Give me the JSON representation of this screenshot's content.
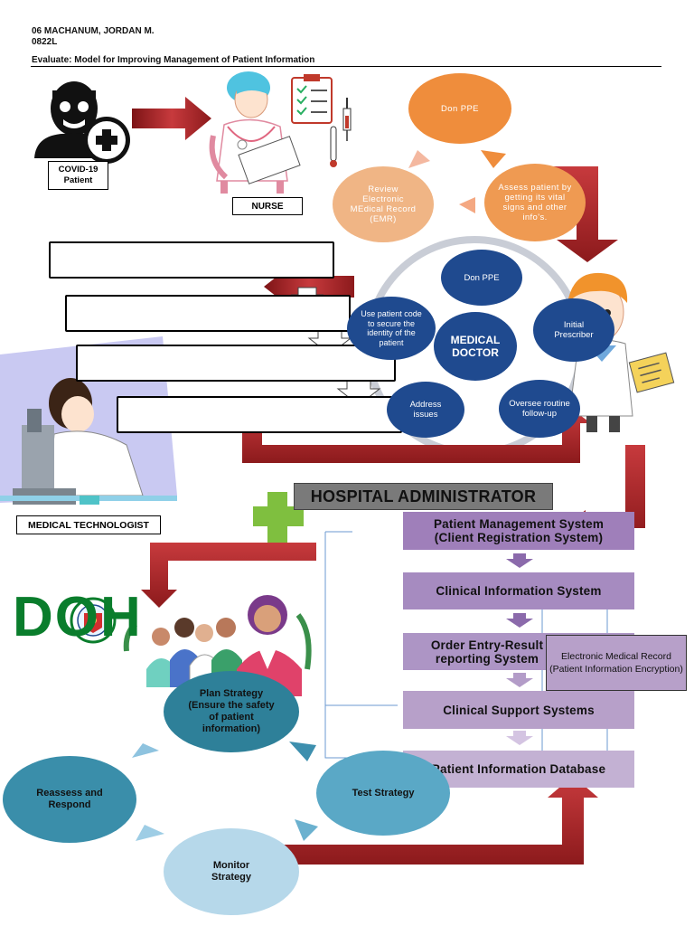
{
  "header": {
    "name_line": "06 MACHANUM, JORDAN M.",
    "section_line": "0822L",
    "title_line": "Evaluate: Model for Improving Management of Patient Information"
  },
  "labels": {
    "patient": "COVID-19\nPatient",
    "nurse": "NURSE",
    "medtech": "MEDICAL TECHNOLOGIST",
    "hospital_admin": "HOSPITAL ADMINISTRATOR",
    "doh": "DOH"
  },
  "nurse_cycle": {
    "don_ppe": "Don PPE",
    "assess": "Assess patient by getting its vital signs and other info's.",
    "review": "Review Electronic MEdical Record (EMR)"
  },
  "doctor_cycle": {
    "center": "MEDICAL DOCTOR",
    "don_ppe": "Don PPE",
    "initial": "Initial Prescriber",
    "oversee": "Oversee routine follow-up",
    "address": "Address issues",
    "patient_code": "Use patient code to secure the identity of the patient"
  },
  "systems": {
    "pms": "Patient Management System\n(Client Registration System)",
    "cis": "Clinical Information System",
    "order": "Order Entry-Result reporting System",
    "css": "Clinical Support Systems",
    "pid": "Patient Information Database",
    "emr_note": "Electronic Medical Record\n(Patient Information Encryption)"
  },
  "doh_cycle": {
    "plan": "Plan Strategy\n(Ensure the safety of patient information)",
    "test": "Test Strategy",
    "monitor": "Monitor Strategy",
    "reassess": "Reassess and Respond"
  },
  "colors": {
    "orange": "#ef8d3c",
    "peach": "#f0b585",
    "navy": "#1f4a8f",
    "purple": "#b7a0c9",
    "teal": "#2e8099",
    "red_arrow": "#b3282c",
    "green_plus": "#7fbf3f"
  }
}
